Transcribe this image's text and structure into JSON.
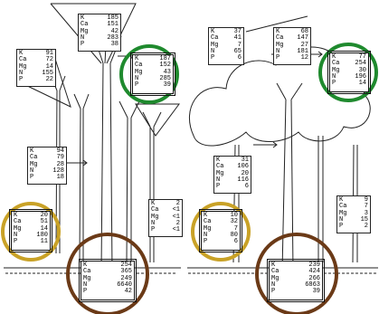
{
  "labels": [
    "K",
    "Ca",
    "Mg",
    "N",
    "P"
  ],
  "colors": {
    "green": "#1f8a2e",
    "gold": "#c9a227",
    "brown": "#6b3a17",
    "ink": "#111111"
  },
  "left_panel": {
    "canopy_top": [
      "185",
      "151",
      "42",
      "283",
      "38"
    ],
    "canopy_circled": [
      "187",
      "152",
      "43",
      "285",
      "39"
    ],
    "upper_branch": [
      "91",
      "72",
      "14",
      "155",
      "22"
    ],
    "mid_branch": [
      "94",
      "79",
      "28",
      "128",
      "18"
    ],
    "understory_circled": [
      "20",
      "51",
      "14",
      "180",
      "11"
    ],
    "right_small": [
      "2",
      "<1",
      "<1",
      "2",
      "<1"
    ],
    "soil_circled": [
      "254",
      "365",
      "249",
      "6640",
      "42"
    ]
  },
  "right_panel": {
    "canopy_top_left": [
      "37",
      "41",
      "7",
      "65",
      "6"
    ],
    "canopy_top_right": [
      "68",
      "147",
      "27",
      "181",
      "12"
    ],
    "canopy_circled": [
      "77",
      "254",
      "30",
      "196",
      "14"
    ],
    "mid_branch": [
      "31",
      "106",
      "20",
      "116",
      "6"
    ],
    "understory_circled": [
      "10",
      "32",
      "7",
      "80",
      "6"
    ],
    "right_small": [
      "9",
      "7",
      "3",
      "15",
      "2"
    ],
    "soil_circled": [
      "239",
      "424",
      "266",
      "6863",
      "39"
    ]
  }
}
